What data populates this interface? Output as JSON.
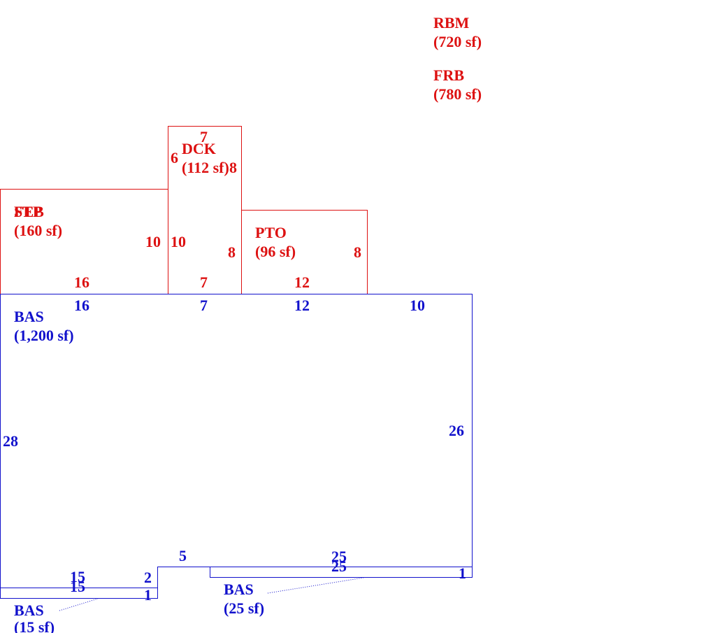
{
  "colors": {
    "red": "#dd1111",
    "blue": "#1111cc"
  },
  "legend": {
    "rbm_code": "RBM",
    "rbm_area": "(720 sf)",
    "frb_code": "FRB",
    "frb_area": "(780 sf)"
  },
  "areas": {
    "dck": {
      "code": "DCK",
      "area": "(112 sf)",
      "dims": {
        "top": "7",
        "left": "6",
        "right": "8",
        "left_mid": "10",
        "right_mid": "8",
        "bottom": "7"
      }
    },
    "stp": {
      "code": "STP",
      "overlap_code": "FEB",
      "area": "(160 sf)",
      "dims": {
        "right": "10",
        "bottom": "16"
      }
    },
    "pto": {
      "code": "PTO",
      "area": "(96 sf)",
      "dims": {
        "right": "8",
        "bottom": "12"
      }
    },
    "bas_main": {
      "code": "BAS",
      "area": "(1,200 sf)",
      "dims": {
        "top1": "16",
        "top2": "7",
        "top3": "12",
        "top4": "10",
        "left": "28",
        "right": "26",
        "step_top": "5",
        "step_side": "2"
      }
    },
    "bas_small_left": {
      "code": "BAS",
      "area": "(15 sf)",
      "dims": {
        "top": "15",
        "bottom": "15",
        "end": "1"
      }
    },
    "bas_small_right": {
      "code": "BAS",
      "area": "(25 sf)",
      "dims": {
        "top": "25",
        "bottom": "25",
        "end": "1"
      }
    }
  }
}
